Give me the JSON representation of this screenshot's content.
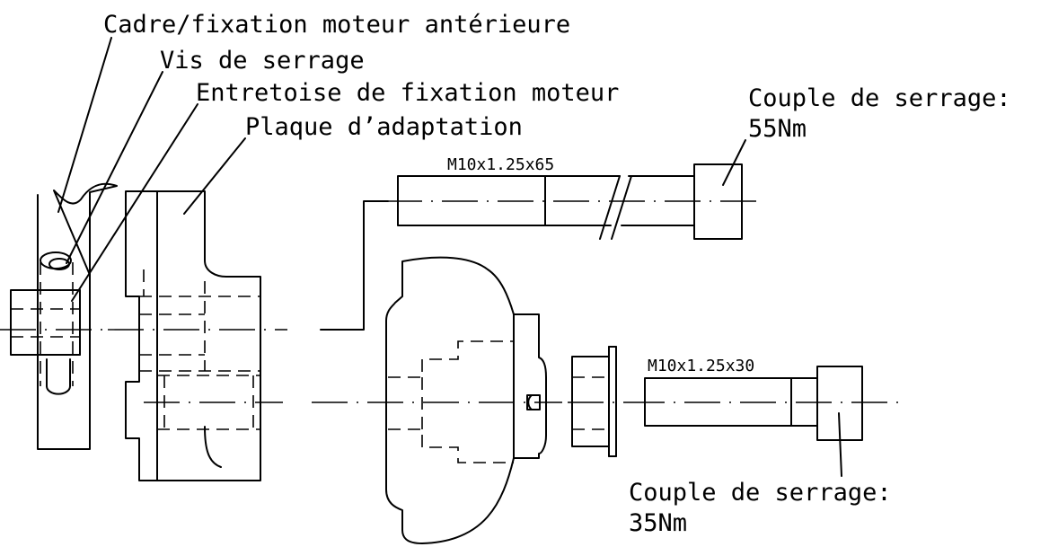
{
  "labels": {
    "frame": "Cadre/fixation moteur antérieure",
    "screw": "Vis de serrage",
    "spacer": "Entretoise de fixation moteur",
    "plate": "Plaque d’adaptation",
    "torque_top_line1": "Couple de serrage:",
    "torque_top_line2": "55Nm",
    "torque_bottom_line1": "Couple de serrage:",
    "torque_bottom_line2": "35Nm",
    "bolt_long": "M10x1.25x65",
    "bolt_short": "M10x1.25x30"
  }
}
